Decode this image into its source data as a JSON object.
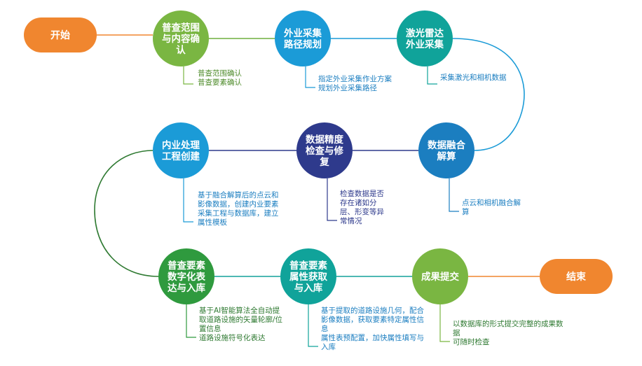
{
  "start": {
    "label": "开始",
    "color": "#F0862F"
  },
  "end": {
    "label": "结束",
    "color": "#F0862F"
  },
  "nodes": [
    {
      "id": "n1",
      "lines": [
        "普查范围",
        "与内容确",
        "认"
      ],
      "color": "#7AB642",
      "desc": [
        "普查范围确认",
        "普查要素确认"
      ],
      "desc_color": "#4E8B2A"
    },
    {
      "id": "n2",
      "lines": [
        "外业采集",
        "路径规划"
      ],
      "color": "#1B9BD7",
      "desc": [
        "指定外业采集作业方案",
        "规划外业采集路径"
      ],
      "desc_color": "#1B7EC0"
    },
    {
      "id": "n3",
      "lines": [
        "激光雷达",
        "外业采集"
      ],
      "color": "#10A39A",
      "desc": [
        "采集激光和相机数据"
      ],
      "desc_color": "#1B7EC0"
    },
    {
      "id": "n4",
      "lines": [
        "数据融合",
        "解算"
      ],
      "color": "#1B7EC0",
      "desc": [
        "点云和相机融合解",
        "算"
      ],
      "desc_color": "#1B7EC0"
    },
    {
      "id": "n5",
      "lines": [
        "数据精度",
        "检查与修",
        "复"
      ],
      "color": "#2E3A8C",
      "desc": [
        "检查数据是否",
        "存在诸如分",
        "层、形变等异",
        "常情况"
      ],
      "desc_color": "#2E3A8C"
    },
    {
      "id": "n6",
      "lines": [
        "内业处理",
        "工程创建"
      ],
      "color": "#1B9BD7",
      "desc": [
        "基于融合解算后的点云和",
        "影像数据，创建内业要素",
        "采集工程与数据库，建立",
        "属性模板"
      ],
      "desc_color": "#1B7EC0"
    },
    {
      "id": "n7",
      "lines": [
        "普查要素",
        "数字化表",
        "达与入库"
      ],
      "color": "#2F9A3E",
      "desc": [
        "基于AI智能算法全自动提",
        "取道路设施的矢量轮廓/位",
        "置信息",
        "道路设施符号化表达"
      ],
      "desc_color": "#2F7A32"
    },
    {
      "id": "n8",
      "lines": [
        "普查要素",
        "属性获取",
        "与入库"
      ],
      "color": "#10A39A",
      "desc": [
        "基于提取的道路设施几何，配合",
        "影像数据，获取要素特定属性信",
        "息",
        "属性表预配置，加快属性填写与",
        "入库"
      ],
      "desc_color": "#1B7EC0"
    },
    {
      "id": "n9",
      "lines": [
        "成果提交"
      ],
      "color": "#7AB642",
      "desc": [
        "以数据库的形式提交完整的成果数",
        "据",
        "可随时检查"
      ],
      "desc_color": "#2F7A32"
    }
  ],
  "colors": {
    "line_green": "#6EAF3E",
    "line_blue": "#1B9BD7",
    "line_teal": "#12A09A",
    "line_navy": "#2E3A8C",
    "line_darkgreen": "#2F7A32",
    "line_orange": "#F0862F"
  }
}
